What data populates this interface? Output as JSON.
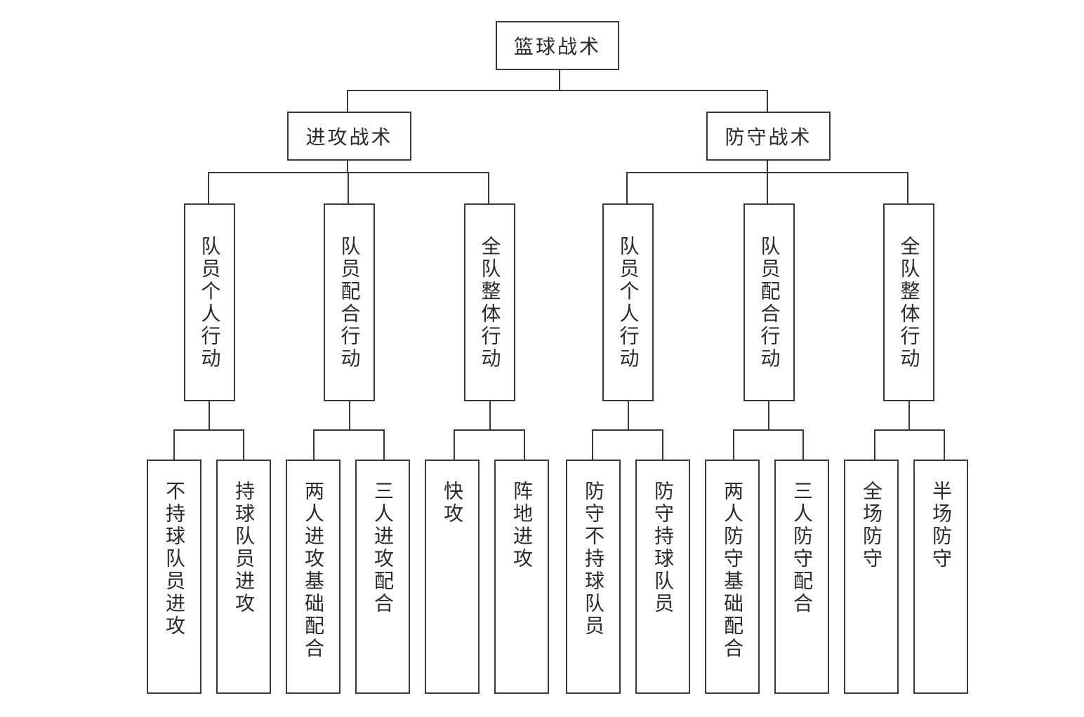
{
  "root": {
    "label": "篮球战术"
  },
  "branches": [
    {
      "label": "进攻战术",
      "groups": [
        {
          "label": "队员个人行动",
          "leaves": [
            "不持球队员进攻",
            "持球队员进攻"
          ]
        },
        {
          "label": "队员配合行动",
          "leaves": [
            "两人进攻基础配合",
            "三人进攻配合"
          ]
        },
        {
          "label": "全队整体行动",
          "leaves": [
            "快攻",
            "阵地进攻"
          ]
        }
      ]
    },
    {
      "label": "防守战术",
      "groups": [
        {
          "label": "队员个人行动",
          "leaves": [
            "防守不持球队员",
            "防守持球队员"
          ]
        },
        {
          "label": "队员配合行动",
          "leaves": [
            "两人防守基础配合",
            "三人防守配合"
          ]
        },
        {
          "label": "全队整体行动",
          "leaves": [
            "全场防守",
            "半场防守"
          ]
        }
      ]
    }
  ]
}
